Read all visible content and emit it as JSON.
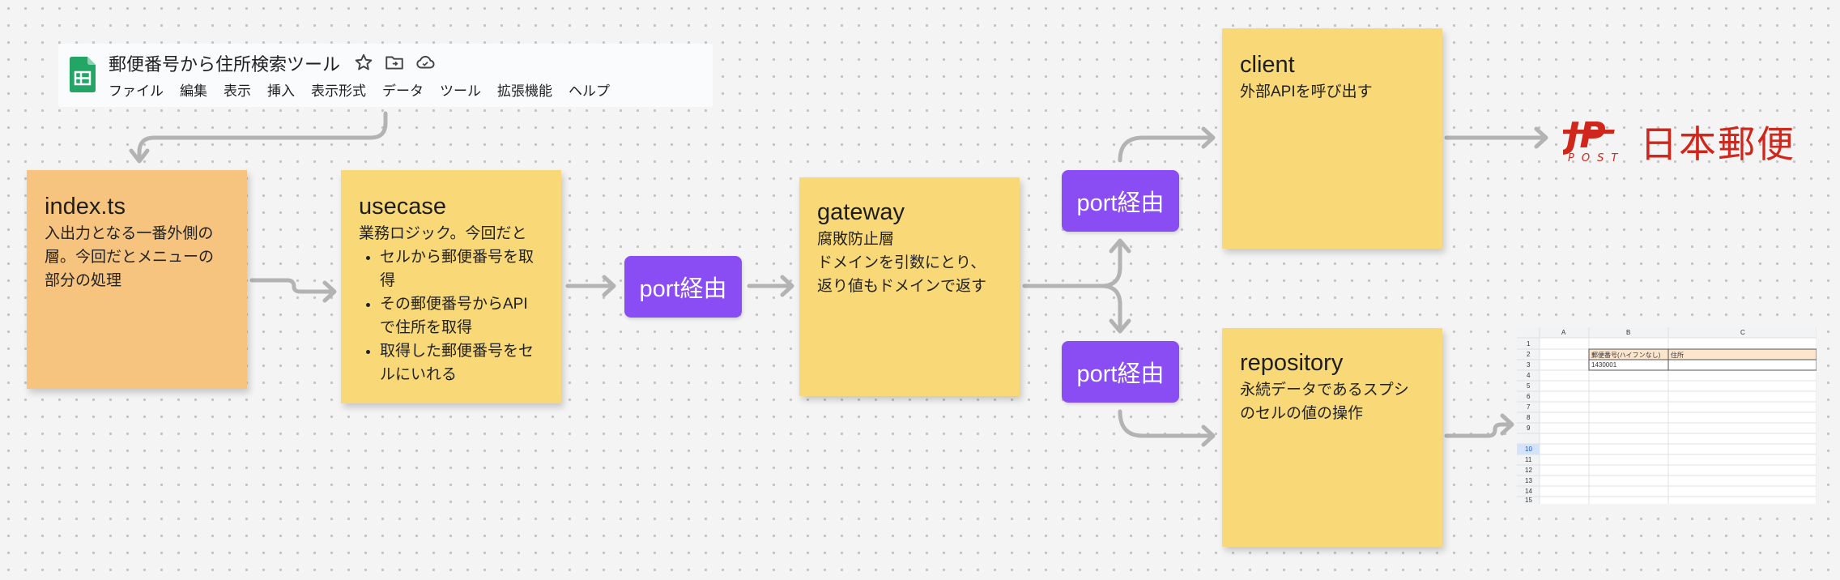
{
  "sheets_header": {
    "title": "郵便番号から住所検索ツール",
    "menu": [
      "ファイル",
      "編集",
      "表示",
      "挿入",
      "表示形式",
      "データ",
      "ツール",
      "拡張機能",
      "ヘルプ"
    ],
    "icons": [
      "sheets-logo-icon",
      "star-icon",
      "move-folder-icon",
      "cloud-status-icon"
    ]
  },
  "notes": {
    "index": {
      "title": "index.ts",
      "lines": [
        "入出力となる一番外側の",
        "層。今回だとメニューの",
        "部分の処理"
      ]
    },
    "usecase": {
      "title": "usecase",
      "intro": "業務ロジック。今回だと",
      "bullets": [
        [
          "セルから郵便番号を取",
          "得"
        ],
        [
          "その郵便番号からAPI",
          "で住所を取得"
        ],
        [
          "取得した郵便番号をセ",
          "ルにいれる"
        ]
      ]
    },
    "gateway": {
      "title": "gateway",
      "lines": [
        "腐敗防止層",
        "ドメインを引数にとり、",
        "返り値もドメインで返す"
      ]
    },
    "client": {
      "title": "client",
      "lines": [
        "外部APIを呼び出す"
      ]
    },
    "repository": {
      "title": "repository",
      "lines": [
        "永続データであるスプシ",
        "のセルの値の操作"
      ]
    }
  },
  "ports": {
    "label": "port経由"
  },
  "japan_post": {
    "logo_letters": "JP",
    "sub": "POST",
    "wordmark": "日本郵便",
    "color": "#d0271d"
  },
  "spreadsheet": {
    "columns": [
      "A",
      "B",
      "C"
    ],
    "rows": [
      "1",
      "2",
      "3",
      "4",
      "5",
      "6",
      "7",
      "8",
      "9",
      "10",
      "11",
      "12",
      "13",
      "14",
      "15"
    ],
    "selected_row": "10",
    "header_b": "郵便番号(ハイフンなし)",
    "header_c": "住所",
    "value_b": "1430001"
  },
  "colors": {
    "note_yellow": "#f8d877",
    "note_orange": "#f6c47e",
    "port_purple": "#8a4cf3",
    "arrow": "#b3b3b3"
  }
}
